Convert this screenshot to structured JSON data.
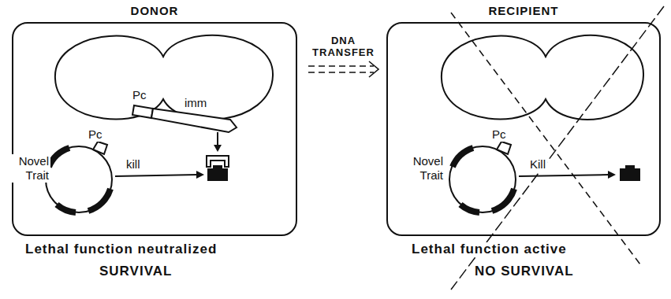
{
  "diagram": {
    "nodes": [
      {
        "text": [
          "DONOR"
        ]
      },
      {
        "text": [
          "RECIPIENT"
        ]
      }
    ],
    "edges": [
      {
        "from": 0,
        "to": 1,
        "arrow": "to",
        "label": "DNA TRANSFER"
      }
    ],
    "labels": [
      "Pc",
      "imm",
      "Pc",
      "kill",
      "Novel Trait",
      "Lethal function neutralized",
      "SURVIVAL",
      "Pc",
      "Kill",
      "Novel Trait",
      "Lethal function active",
      "NO SURVIVAL"
    ]
  }
}
